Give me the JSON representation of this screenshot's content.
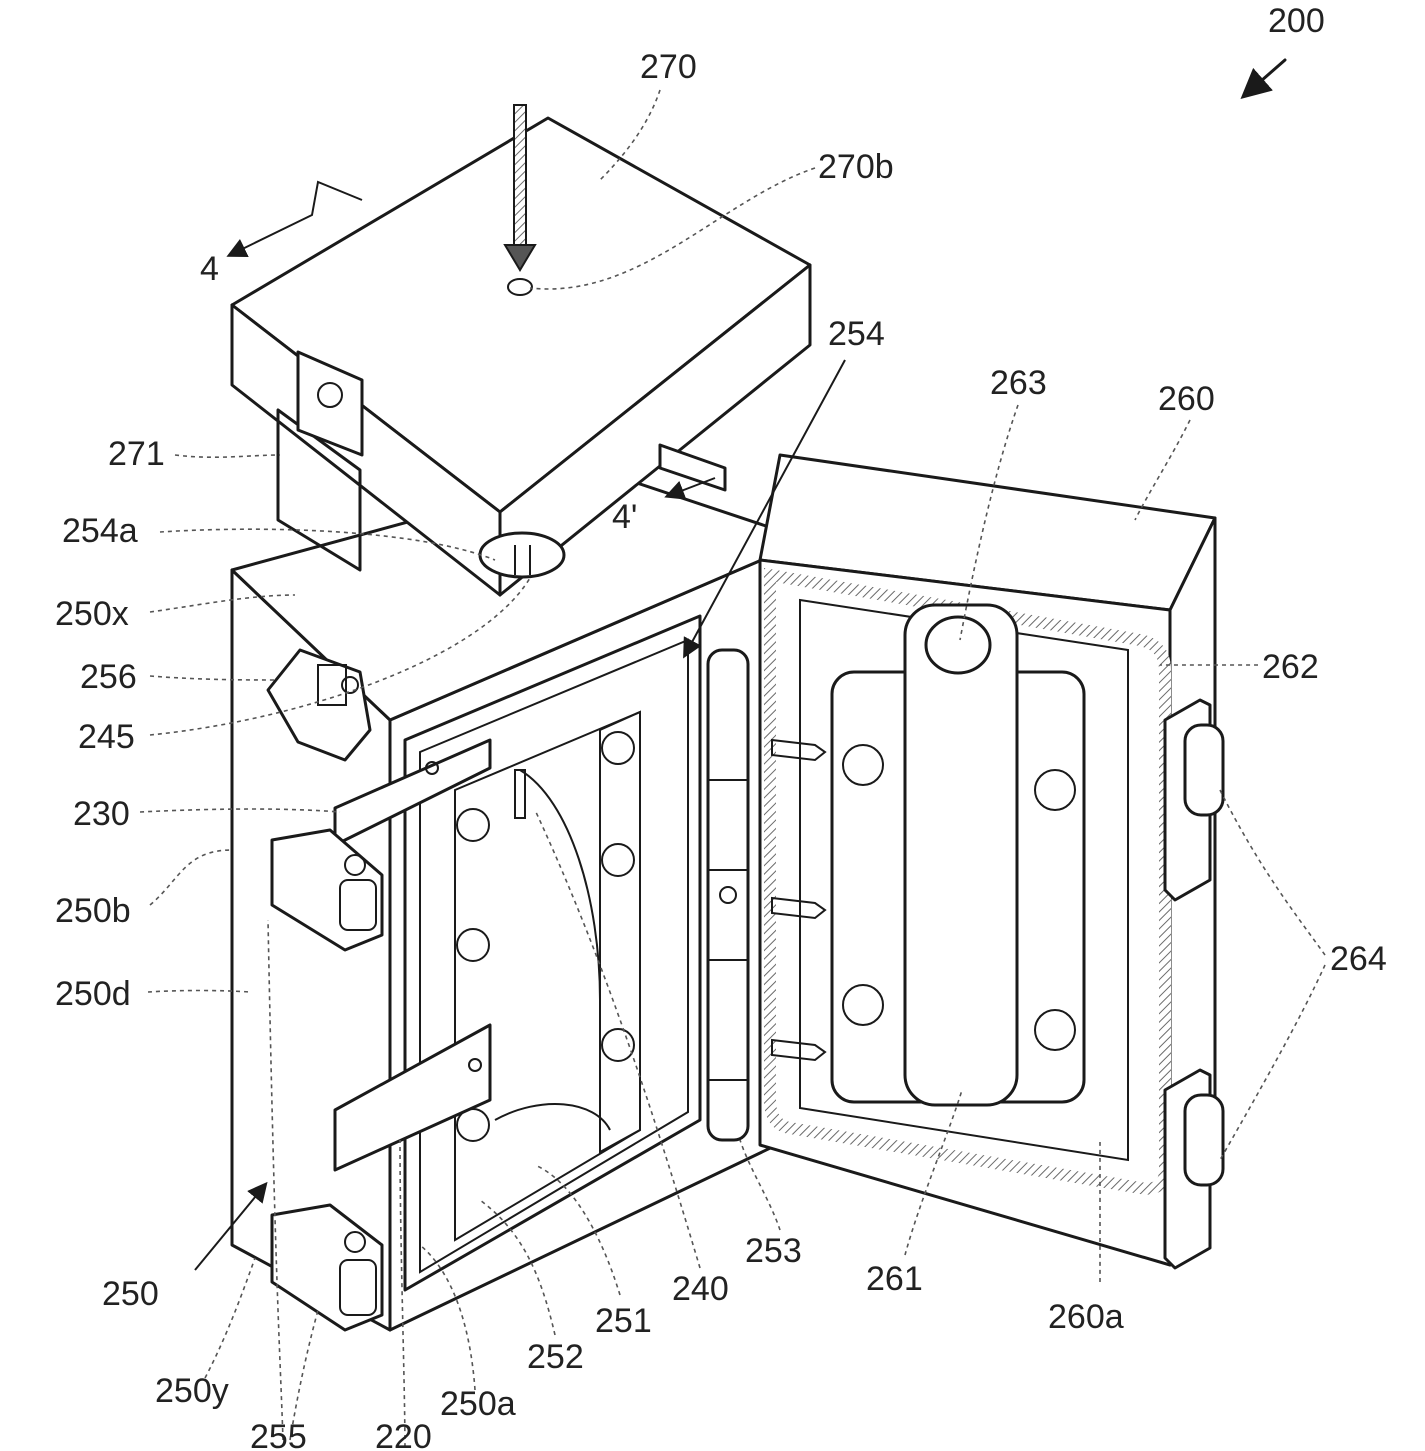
{
  "figure_number": "200",
  "section_marks": {
    "start": "4",
    "end": "4'"
  },
  "colors": {
    "line": "#1a1a1a",
    "leader": "#555555",
    "gasket": "#8a8a8a",
    "background": "#ffffff"
  },
  "labels": [
    {
      "id": "270",
      "text": "270"
    },
    {
      "id": "270b",
      "text": "270b"
    },
    {
      "id": "254",
      "text": "254"
    },
    {
      "id": "263",
      "text": "263"
    },
    {
      "id": "260",
      "text": "260"
    },
    {
      "id": "271",
      "text": "271"
    },
    {
      "id": "254a",
      "text": "254a"
    },
    {
      "id": "250x",
      "text": "250x"
    },
    {
      "id": "256",
      "text": "256"
    },
    {
      "id": "245",
      "text": "245"
    },
    {
      "id": "262",
      "text": "262"
    },
    {
      "id": "230",
      "text": "230"
    },
    {
      "id": "250b",
      "text": "250b"
    },
    {
      "id": "250d",
      "text": "250d"
    },
    {
      "id": "264",
      "text": "264"
    },
    {
      "id": "253",
      "text": "253"
    },
    {
      "id": "261",
      "text": "261"
    },
    {
      "id": "260a",
      "text": "260a"
    },
    {
      "id": "240",
      "text": "240"
    },
    {
      "id": "250",
      "text": "250"
    },
    {
      "id": "251",
      "text": "251"
    },
    {
      "id": "252",
      "text": "252"
    },
    {
      "id": "250a",
      "text": "250a"
    },
    {
      "id": "250y",
      "text": "250y"
    },
    {
      "id": "220",
      "text": "220"
    },
    {
      "id": "255",
      "text": "255"
    }
  ]
}
